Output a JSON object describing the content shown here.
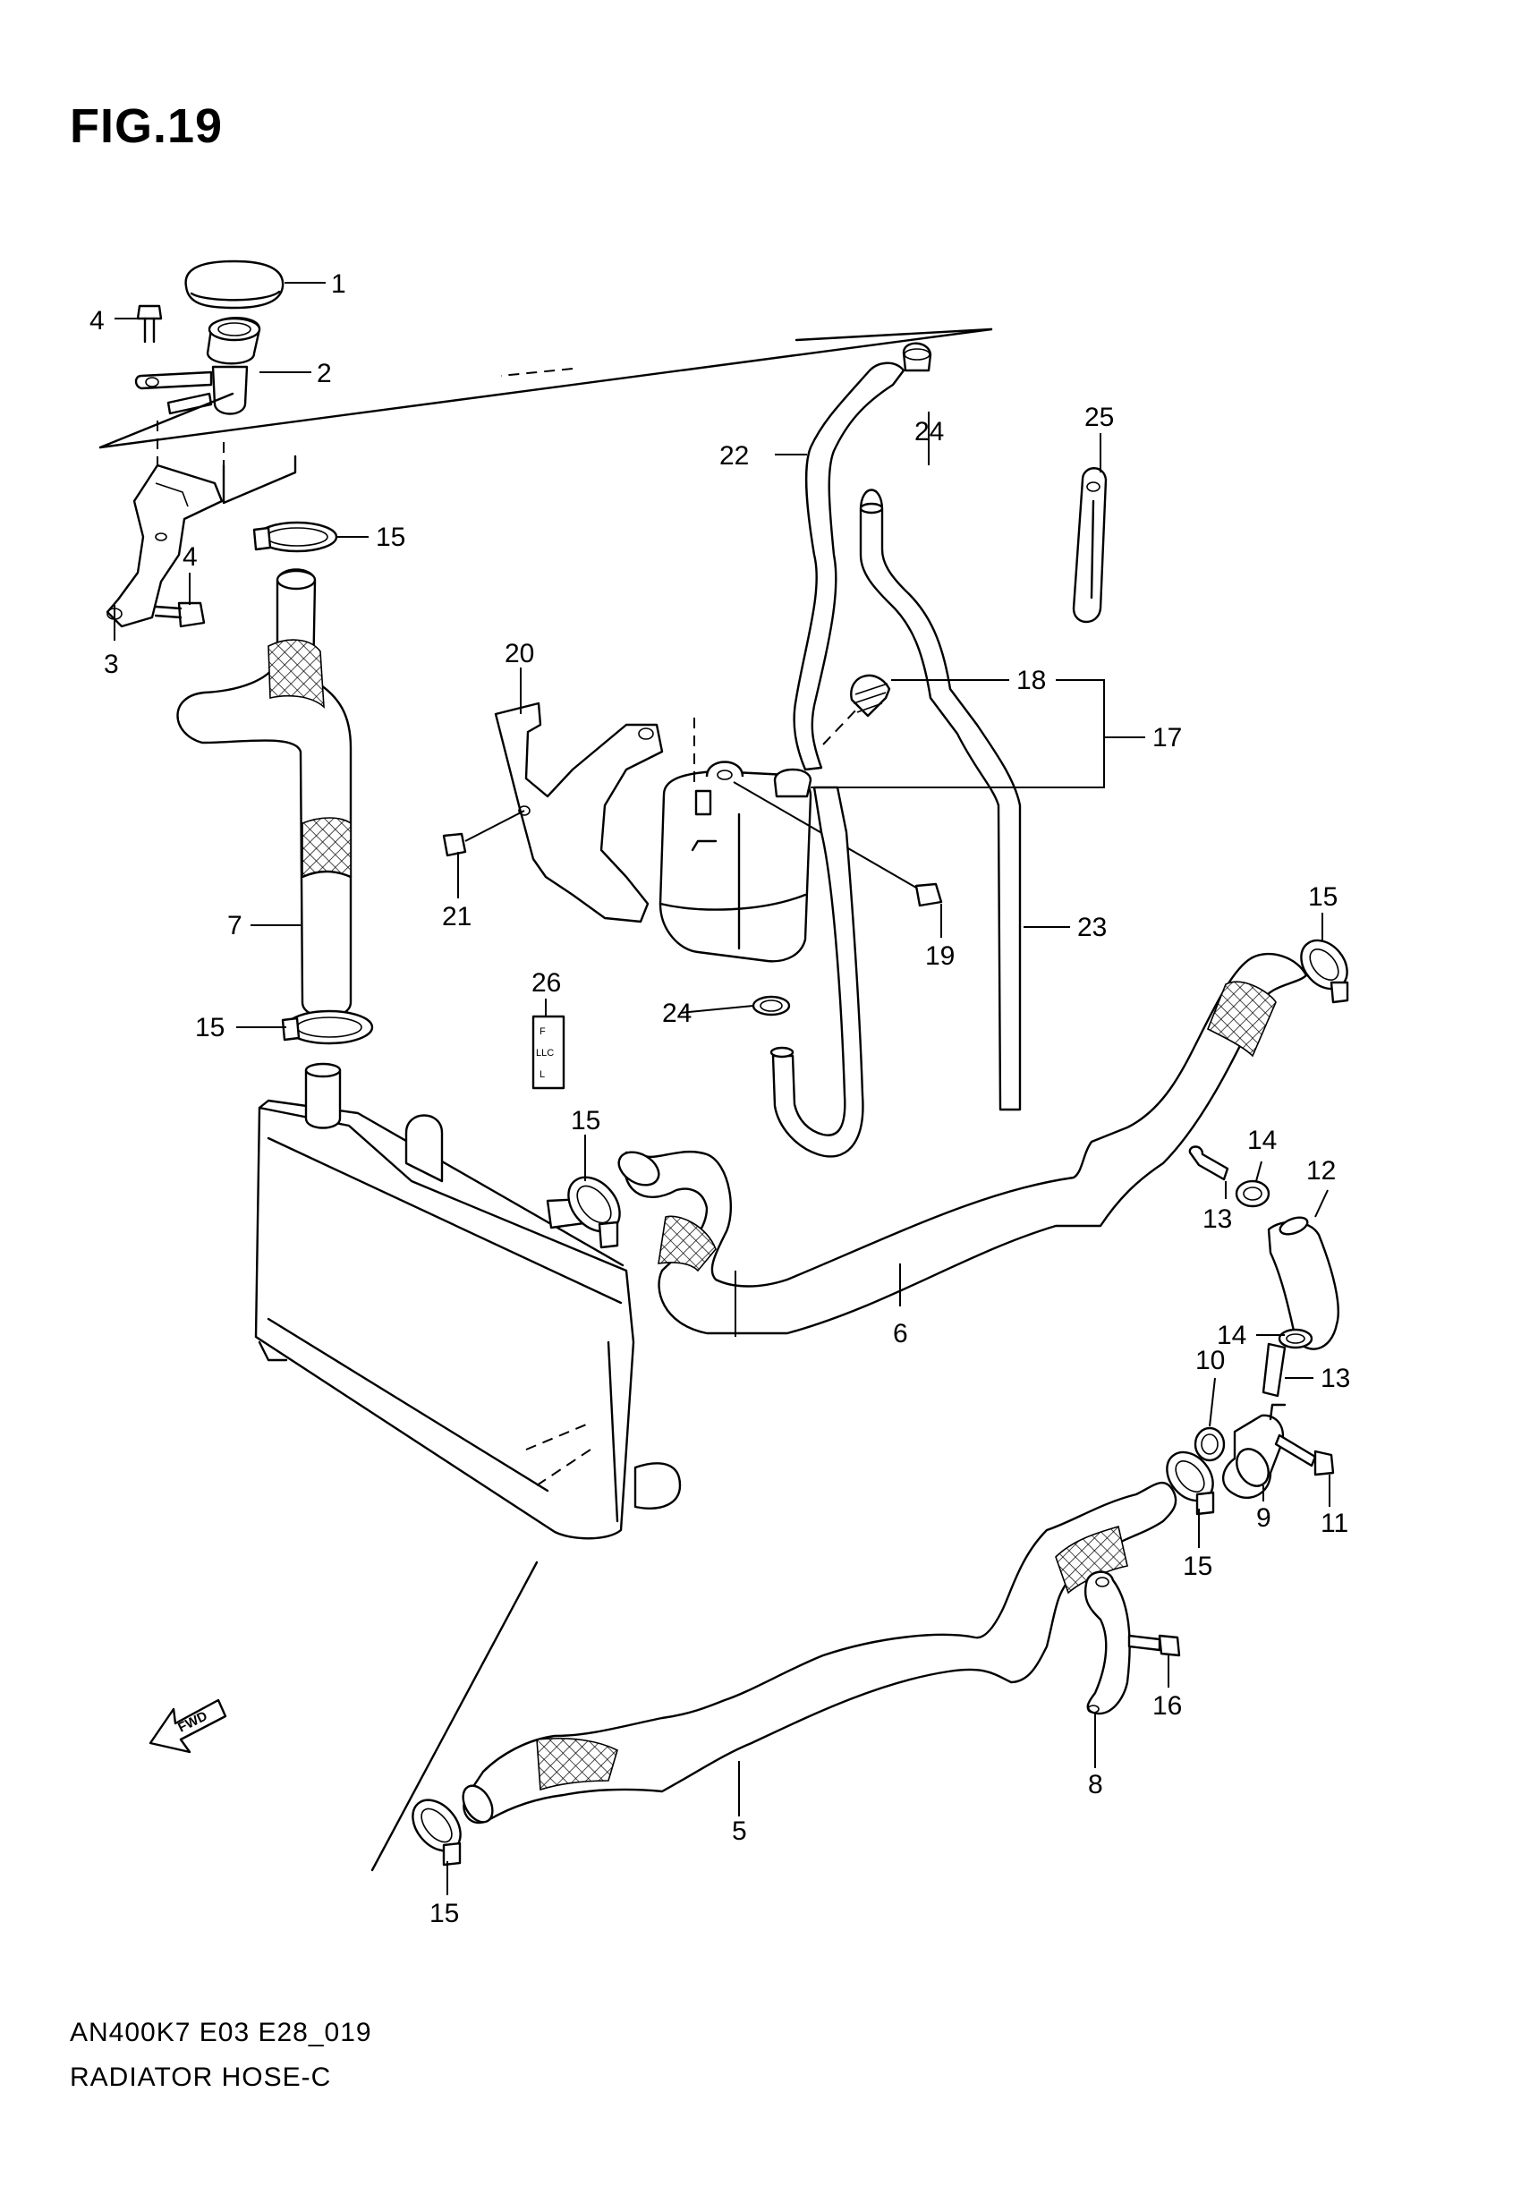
{
  "figure": {
    "title": "FIG.19",
    "code": "AN400K7 E03 E28_019",
    "name": "RADIATOR HOSE-C"
  },
  "callouts": [
    {
      "id": "c1",
      "label": "1"
    },
    {
      "id": "c2",
      "label": "2"
    },
    {
      "id": "c3",
      "label": "3"
    },
    {
      "id": "c4a",
      "label": "4"
    },
    {
      "id": "c4b",
      "label": "4"
    },
    {
      "id": "c5",
      "label": "5"
    },
    {
      "id": "c6",
      "label": "6"
    },
    {
      "id": "c7",
      "label": "7"
    },
    {
      "id": "c8",
      "label": "8"
    },
    {
      "id": "c9",
      "label": "9"
    },
    {
      "id": "c10",
      "label": "10"
    },
    {
      "id": "c11",
      "label": "11"
    },
    {
      "id": "c12",
      "label": "12"
    },
    {
      "id": "c13a",
      "label": "13"
    },
    {
      "id": "c13b",
      "label": "13"
    },
    {
      "id": "c14a",
      "label": "14"
    },
    {
      "id": "c14b",
      "label": "14"
    },
    {
      "id": "c15a",
      "label": "15"
    },
    {
      "id": "c15b",
      "label": "15"
    },
    {
      "id": "c15c",
      "label": "15"
    },
    {
      "id": "c15d",
      "label": "15"
    },
    {
      "id": "c15e",
      "label": "15"
    },
    {
      "id": "c15f",
      "label": "15"
    },
    {
      "id": "c16",
      "label": "16"
    },
    {
      "id": "c17",
      "label": "17"
    },
    {
      "id": "c18",
      "label": "18"
    },
    {
      "id": "c19",
      "label": "19"
    },
    {
      "id": "c20",
      "label": "20"
    },
    {
      "id": "c21",
      "label": "21"
    },
    {
      "id": "c22",
      "label": "22"
    },
    {
      "id": "c23",
      "label": "23"
    },
    {
      "id": "c24a",
      "label": "24"
    },
    {
      "id": "c24b",
      "label": "24"
    },
    {
      "id": "c25",
      "label": "25"
    },
    {
      "id": "c26",
      "label": "26"
    }
  ],
  "coolant_tag": [
    "F",
    "LLC",
    "L"
  ],
  "fwd_arrow": "FWD",
  "icons": {
    "fwd": "fwd-arrow-icon"
  }
}
